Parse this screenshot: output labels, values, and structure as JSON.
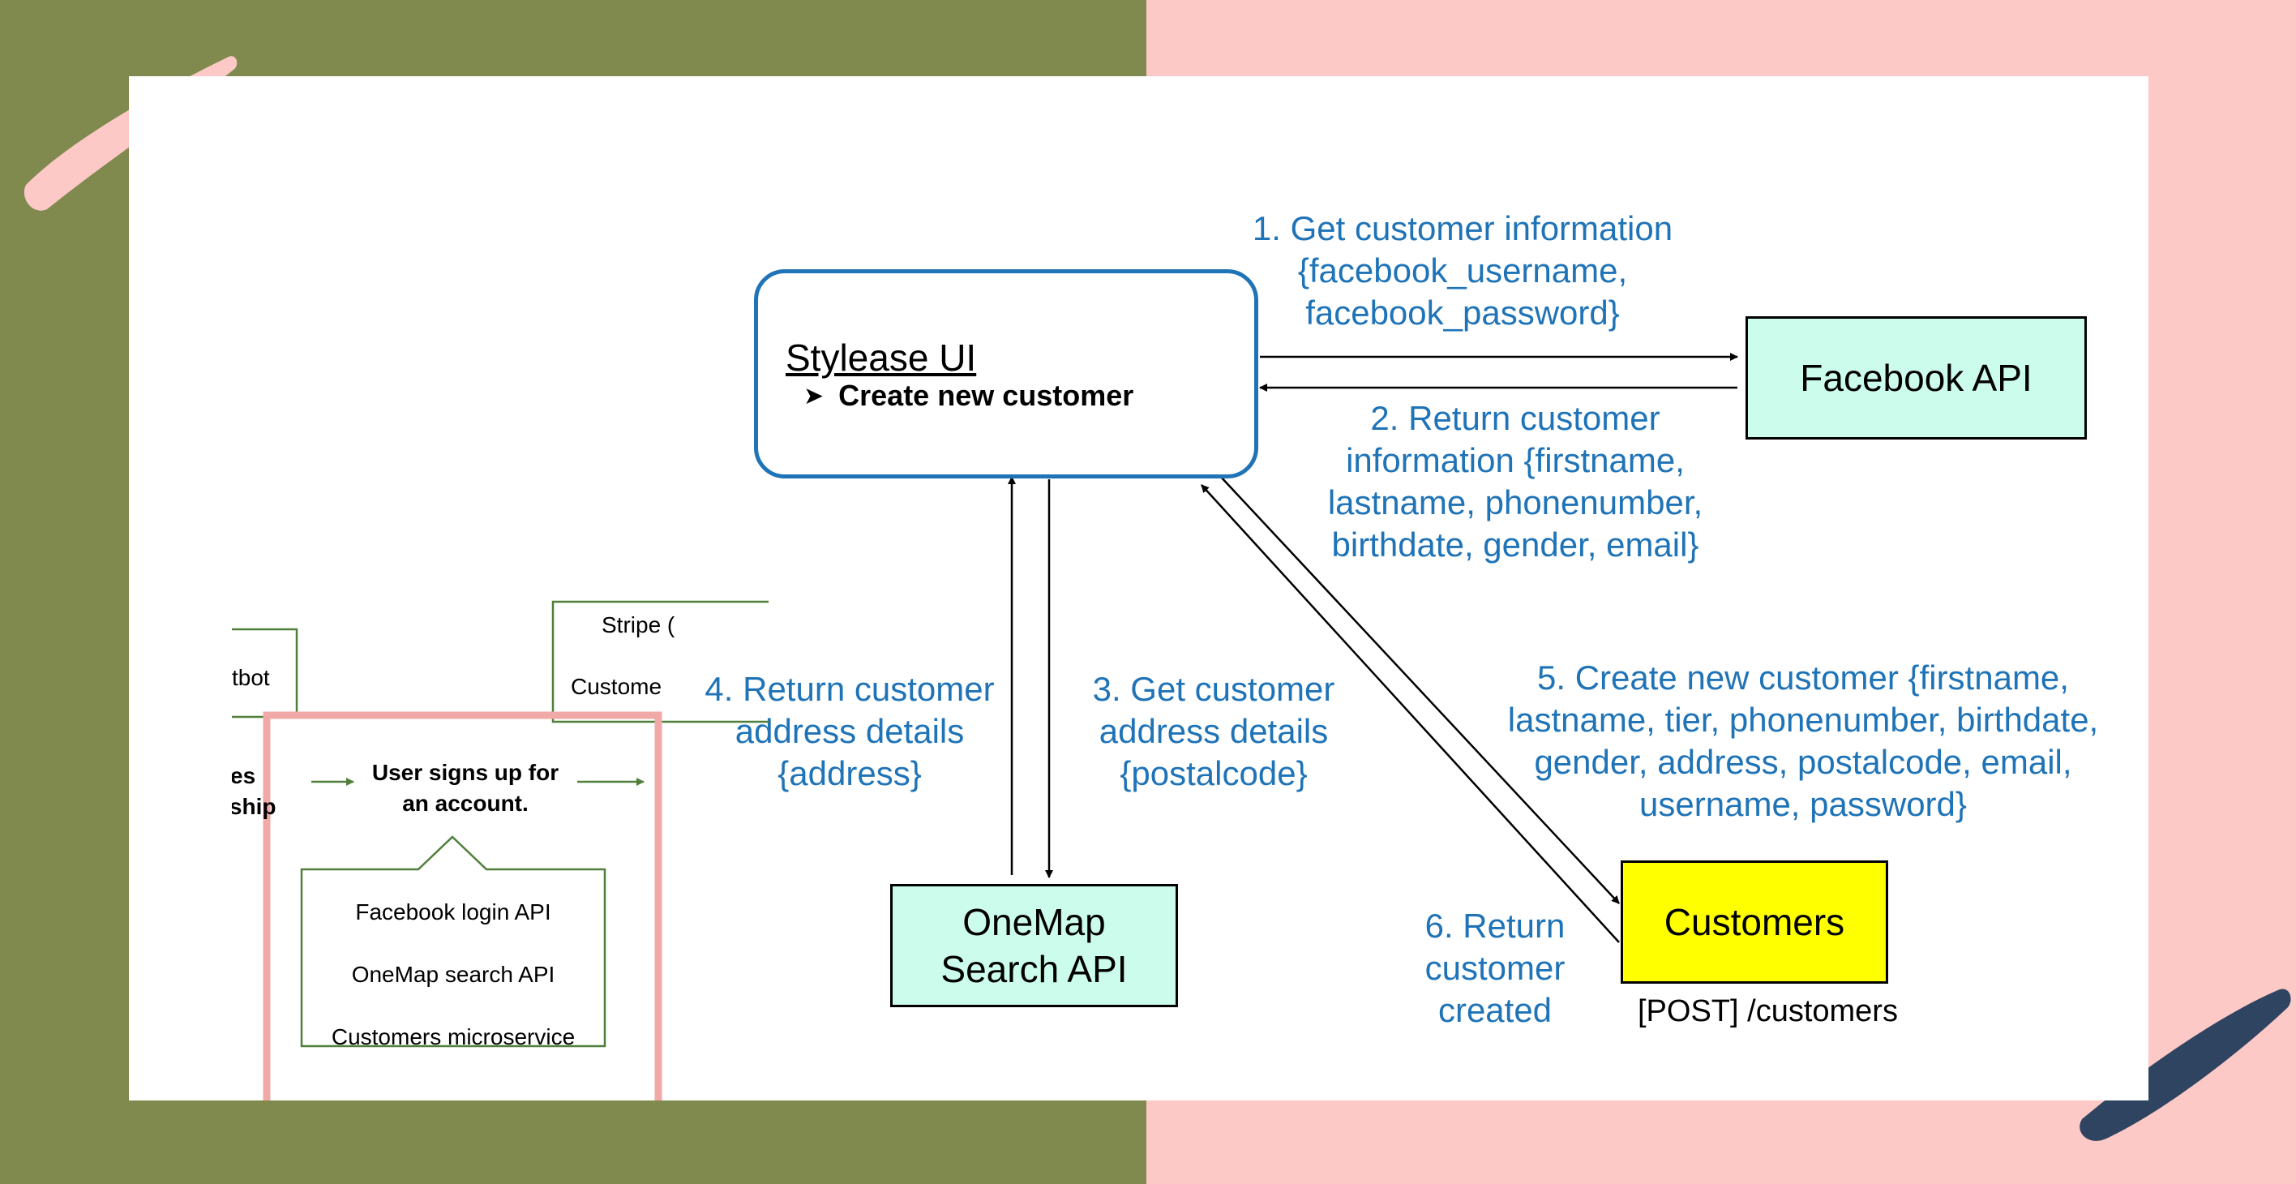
{
  "colors": {
    "olive": "#808a4f",
    "pink": "#fdc9c6",
    "navy": "#2e4461",
    "label_blue": "#1f73b7",
    "api_fill": "#ccfcec",
    "customers_fill": "#ffff00",
    "frame_green": "#4f7f3a",
    "frame_pink": "#f0a9a6"
  },
  "ui_box": {
    "title": "Stylease UI",
    "bullet": "Create new customer",
    "bullet_icon": "arrow-bullet-icon"
  },
  "facebook_api": {
    "label": "Facebook API"
  },
  "onemap_api": {
    "line1": "OneMap",
    "line2": "Search API"
  },
  "customers": {
    "label": "Customers",
    "endpoint": "[POST] /customers"
  },
  "steps": {
    "step1": [
      "1. Get customer information",
      "{facebook_username,",
      "facebook_password}"
    ],
    "step2": [
      "2. Return customer",
      "information {firstname,",
      "lastname, phonenumber,",
      "birthdate, gender, email}"
    ],
    "step3": [
      "3. Get customer",
      "address details",
      "{postalcode}"
    ],
    "step4": [
      "4. Return customer",
      "address details",
      "{address}"
    ],
    "step5": [
      "5. Create new customer {firstname,",
      "lastname, tier, phonenumber, birthdate,",
      "gender, address, postalcode, email,",
      "username, password}"
    ],
    "step6": [
      "6. Return",
      "customer",
      "created"
    ]
  },
  "thumbnail": {
    "chatbot_fragment": "tbot",
    "stripe_fragment": "Stripe (",
    "customer_fragment": "Custome",
    "left_fragment_1": "es",
    "left_fragment_2": "rship",
    "step_title_line1": "User signs up for",
    "step_title_line2": "an account.",
    "services": [
      "Facebook login API",
      "OneMap search API",
      "Customers microservice"
    ]
  }
}
